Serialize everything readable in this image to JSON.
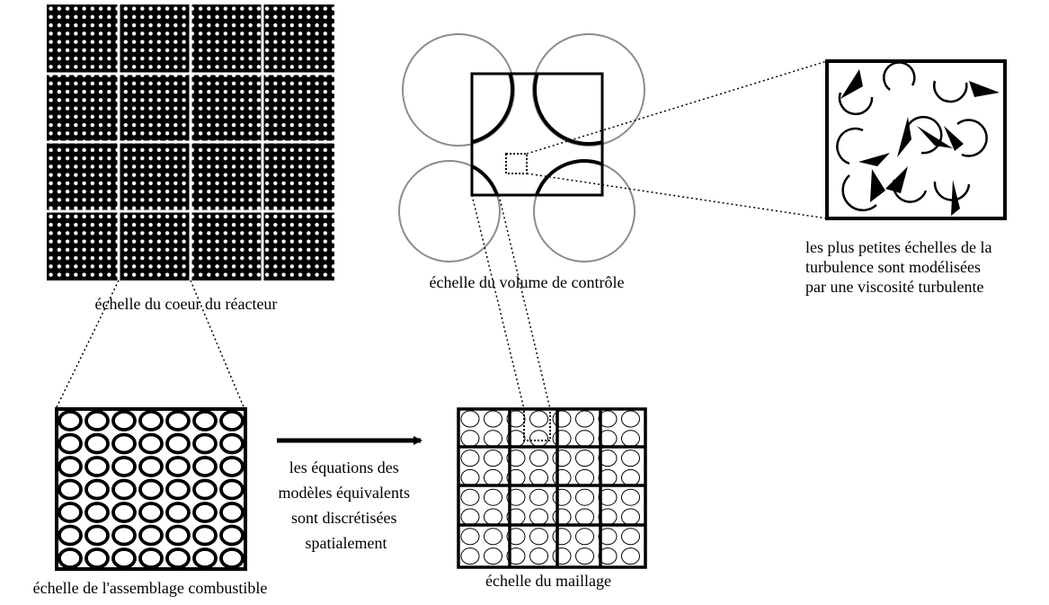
{
  "labels": {
    "core": "échelle du coeur du réacteur",
    "control_volume": "échelle du volume de contrôle",
    "turbulence": [
      "les plus petites échelles de la",
      "turbulence sont modélisées",
      "par une viscosité turbulente"
    ],
    "assembly": "échelle de l'assemblage combustible",
    "discretization": [
      "les équations des",
      "modèles équivalents",
      "sont discrétisées",
      "spatialement"
    ],
    "mesh": "échelle du maillage"
  },
  "colors": {
    "ink": "#000000",
    "paper": "#ffffff",
    "circle_gray": "#8c8c8c"
  }
}
